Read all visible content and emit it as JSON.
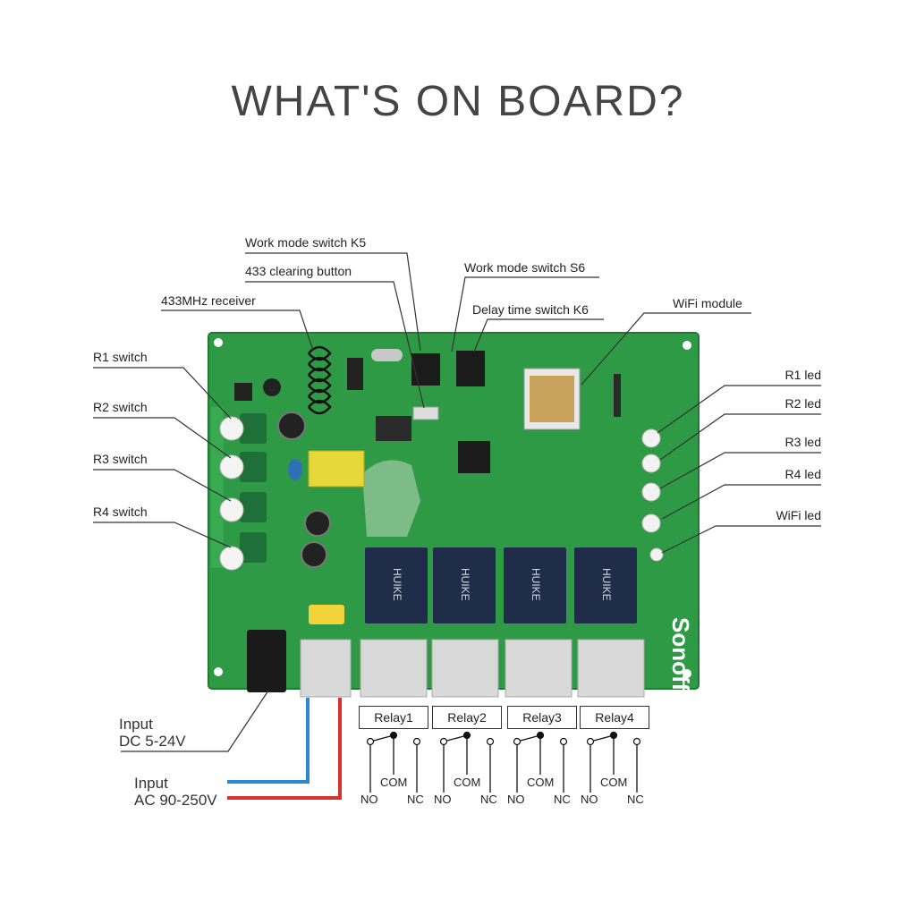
{
  "title": "WHAT'S ON BOARD?",
  "labels": {
    "k5": "Work mode switch K5",
    "clear433": "433 clearing button",
    "s6": "Work mode switch S6",
    "k6": "Delay time switch K6",
    "rx433": "433MHz receiver",
    "wifi_module": "WiFi module",
    "r1_switch": "R1 switch",
    "r2_switch": "R2 switch",
    "r3_switch": "R3 switch",
    "r4_switch": "R4 switch",
    "r1_led": "R1 led",
    "r2_led": "R2 led",
    "r3_led": "R3 led",
    "r4_led": "R4 led",
    "wifi_led": "WiFi led"
  },
  "relays": [
    {
      "label": "Relay1",
      "no": "NO",
      "com": "COM",
      "nc": "NC"
    },
    {
      "label": "Relay2",
      "no": "NO",
      "com": "COM",
      "nc": "NC"
    },
    {
      "label": "Relay3",
      "no": "NO",
      "com": "COM",
      "nc": "NC"
    },
    {
      "label": "Relay4",
      "no": "NO",
      "com": "COM",
      "nc": "NC"
    }
  ],
  "inputs": {
    "dc_title": "Input",
    "dc_range": "DC 5-24V",
    "ac_title": "Input",
    "ac_range": "AC 90-250V"
  },
  "board_text": {
    "brand": "Sonoff",
    "relay_brand": "HUIKE"
  },
  "colors": {
    "pcb": "#2e9a45",
    "relay": "#1f2d4a",
    "ac_live": "#d9312b",
    "ac_neutral": "#2e86d1"
  }
}
